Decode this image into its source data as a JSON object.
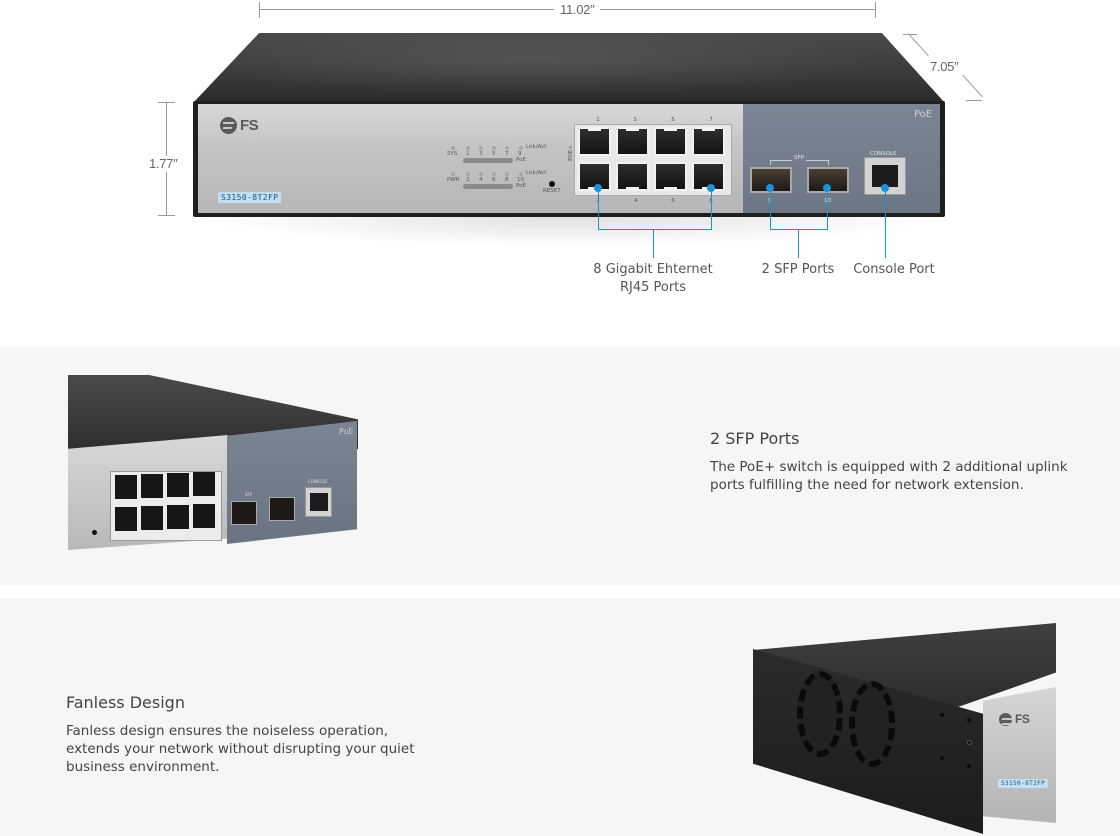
{
  "hero": {
    "dimensions": {
      "width": "11.02″",
      "depth": "7.05″",
      "height": "1.77″"
    },
    "device": {
      "brand": "FS",
      "model": "S3150-8T2FP",
      "poe_badge": "PoE",
      "led_panel": {
        "row1_left": "SYS",
        "row1_ports": [
          "1",
          "3",
          "5",
          "7",
          "9"
        ],
        "row1_link": "Lnk/Act",
        "row1_poe": "PoE",
        "row2_left": "PWR",
        "row2_ports": [
          "2",
          "4",
          "6",
          "8",
          "10"
        ],
        "row2_link": "Lnk/Act",
        "row2_poe": "PoE",
        "reset": "RESET"
      },
      "rj45_top_numbers": [
        "1",
        "3",
        "5",
        "7"
      ],
      "rj45_bottom_numbers": [
        "2",
        "4",
        "6",
        "8"
      ],
      "rj45_side_label": "POE+",
      "sfp_label": "SFP",
      "sfp_numbers": [
        "9",
        "10"
      ],
      "console_label": "CONSOLE"
    },
    "callouts": [
      {
        "label": "8 Gigabit Ehternet RJ45 Ports",
        "line1": "8 Gigabit Ehternet",
        "line2": "RJ45 Ports"
      },
      {
        "label": "2 SFP Ports"
      },
      {
        "label": "Console Port"
      }
    ],
    "callout_color": "#1e90d8"
  },
  "features": [
    {
      "title": "2 SFP Ports",
      "description": "The PoE+ switch is equipped with 2 additional uplink ports fulfilling the need for network extension."
    },
    {
      "title": "Fanless Design",
      "description": "Fanless design ensures the noiseless operation, extends your network without disrupting your quiet business environment."
    }
  ],
  "colors": {
    "section_bg": "#f6f6f6",
    "page_bg": "#ffffff",
    "text": "#444444"
  }
}
